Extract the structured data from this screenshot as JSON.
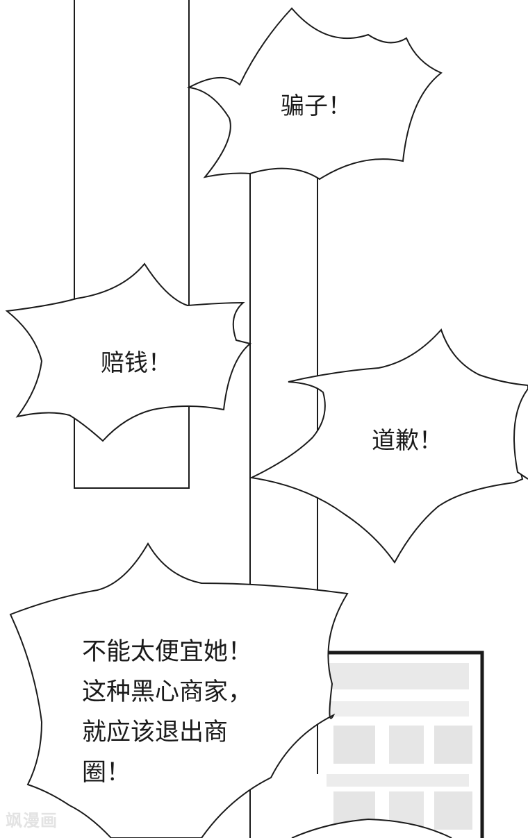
{
  "bubbles": {
    "pianzi": "骗子！",
    "peiqian": "赔钱！",
    "daoqian": "道歉！",
    "long_lines": [
      "不能太便宜她！",
      "这种黑心商家，",
      "就应该退出商",
      "圈！"
    ]
  },
  "watermark": "飒漫画",
  "colors": {
    "ink": "#1a1a1a",
    "background": "#ffffff",
    "building": "#e6e6e6",
    "watermark": "#e3e3e3"
  }
}
